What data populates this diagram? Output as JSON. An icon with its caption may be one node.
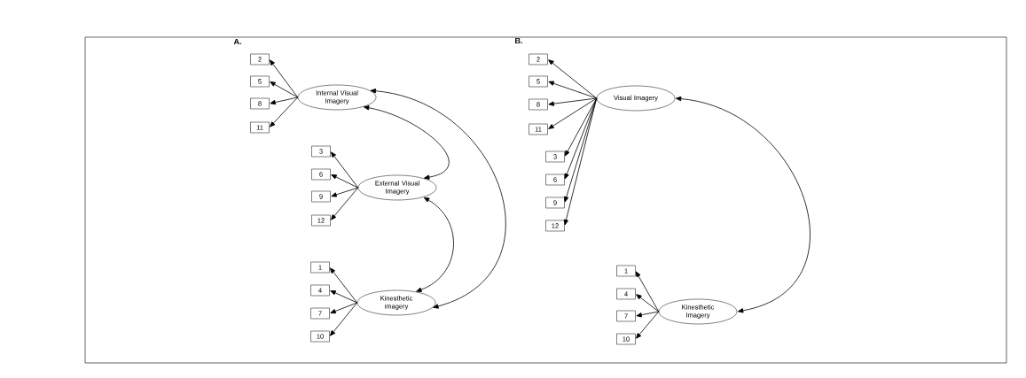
{
  "diagram": {
    "nodes": [
      {
        "text": [
          "Internal Visual Imagery"
        ]
      },
      {
        "text": [
          "2"
        ]
      },
      {
        "text": [
          "5"
        ]
      },
      {
        "text": [
          "8"
        ]
      },
      {
        "text": [
          "11"
        ]
      },
      {
        "text": [
          "External Visual Imagery"
        ]
      },
      {
        "text": [
          "3"
        ]
      },
      {
        "text": [
          "6"
        ]
      },
      {
        "text": [
          "9"
        ]
      },
      {
        "text": [
          "12"
        ]
      },
      {
        "text": [
          "Kinesthetic imagery"
        ]
      },
      {
        "text": [
          "1"
        ]
      },
      {
        "text": [
          "4"
        ]
      },
      {
        "text": [
          "7"
        ]
      },
      {
        "text": [
          "10"
        ]
      },
      {
        "text": [
          "Visual Imagery"
        ]
      },
      {
        "text": [
          "2"
        ]
      },
      {
        "text": [
          "5"
        ]
      },
      {
        "text": [
          "8"
        ]
      },
      {
        "text": [
          "11"
        ]
      },
      {
        "text": [
          "3"
        ]
      },
      {
        "text": [
          "6"
        ]
      },
      {
        "text": [
          "9"
        ]
      },
      {
        "text": [
          "12"
        ]
      },
      {
        "text": [
          "Kinesthetic Imagery"
        ]
      },
      {
        "text": [
          "1"
        ]
      },
      {
        "text": [
          "4"
        ]
      },
      {
        "text": [
          "7"
        ]
      },
      {
        "text": [
          "10"
        ]
      }
    ],
    "edges": [
      {
        "from": 0,
        "to": 1,
        "arrow": "to"
      },
      {
        "from": 0,
        "to": 2,
        "arrow": "to"
      },
      {
        "from": 0,
        "to": 3,
        "arrow": "to"
      },
      {
        "from": 0,
        "to": 4,
        "arrow": "to"
      },
      {
        "from": 5,
        "to": 6,
        "arrow": "to"
      },
      {
        "from": 5,
        "to": 7,
        "arrow": "to"
      },
      {
        "from": 5,
        "to": 8,
        "arrow": "to"
      },
      {
        "from": 5,
        "to": 9,
        "arrow": "to"
      },
      {
        "from": 10,
        "to": 11,
        "arrow": "to"
      },
      {
        "from": 10,
        "to": 12,
        "arrow": "to"
      },
      {
        "from": 10,
        "to": 13,
        "arrow": "to"
      },
      {
        "from": 10,
        "to": 14,
        "arrow": "to"
      },
      {
        "from": 15,
        "to": 16,
        "arrow": "to"
      },
      {
        "from": 15,
        "to": 17,
        "arrow": "to"
      },
      {
        "from": 15,
        "to": 18,
        "arrow": "to"
      },
      {
        "from": 15,
        "to": 19,
        "arrow": "to"
      },
      {
        "from": 15,
        "to": 20,
        "arrow": "to"
      },
      {
        "from": 15,
        "to": 21,
        "arrow": "to"
      },
      {
        "from": 15,
        "to": 22,
        "arrow": "to"
      },
      {
        "from": 15,
        "to": 23,
        "arrow": "to"
      },
      {
        "from": 24,
        "to": 25,
        "arrow": "to"
      },
      {
        "from": 24,
        "to": 26,
        "arrow": "to"
      },
      {
        "from": 24,
        "to": 27,
        "arrow": "to"
      },
      {
        "from": 24,
        "to": 28,
        "arrow": "to"
      },
      {
        "from": 0,
        "to": 5,
        "arrow": "both"
      },
      {
        "from": 5,
        "to": 10,
        "arrow": "both"
      },
      {
        "from": 0,
        "to": 10,
        "arrow": "both"
      },
      {
        "from": 15,
        "to": 24,
        "arrow": "both"
      }
    ],
    "labels": [
      "A.",
      "B."
    ]
  }
}
